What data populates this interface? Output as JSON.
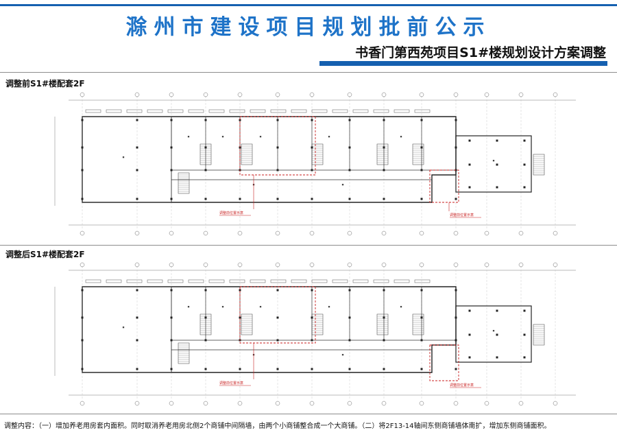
{
  "header": {
    "title": "滁州市建设项目规划批前公示",
    "subtitle": "书香门第西苑项目S1#楼规划设计方案调整"
  },
  "sections": [
    {
      "label": "调整前S1#楼配套2F",
      "notes": [
        "调整前位置示意",
        "调整前位置示意"
      ]
    },
    {
      "label": "调整后S1#楼配套2F",
      "notes": [
        "调整前位置示意",
        "调整前位置示意"
      ]
    }
  ],
  "footer": {
    "text": "调整内容：（一）增加养老用房套内面积。同时取消养老用房北侧2个商铺中间隔墙，由两个小商铺整合成一个大商铺。（二）将2F13-14轴间东侧商铺墙体南扩，增加东侧商铺面积。"
  },
  "colors": {
    "title_blue": "#1e73c8",
    "bar_blue": "#1560b0",
    "highlight_red": "#c81e1e"
  }
}
